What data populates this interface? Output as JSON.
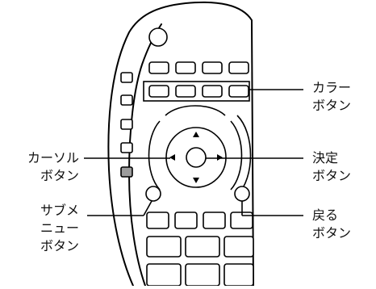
{
  "labels": {
    "color_buttons": [
      "カラー",
      "ボタン"
    ],
    "cursor_buttons": [
      "カーソル",
      "ボタン"
    ],
    "enter_button": [
      "決定",
      "ボタン"
    ],
    "submenu_button": [
      "サブメ",
      "ニュー",
      "ボタン"
    ],
    "back_button": [
      "戻る",
      "ボタン"
    ]
  },
  "colors": {
    "outline": "#000000",
    "side_button_gray": "#9c9c9c",
    "background": "#ffffff"
  }
}
